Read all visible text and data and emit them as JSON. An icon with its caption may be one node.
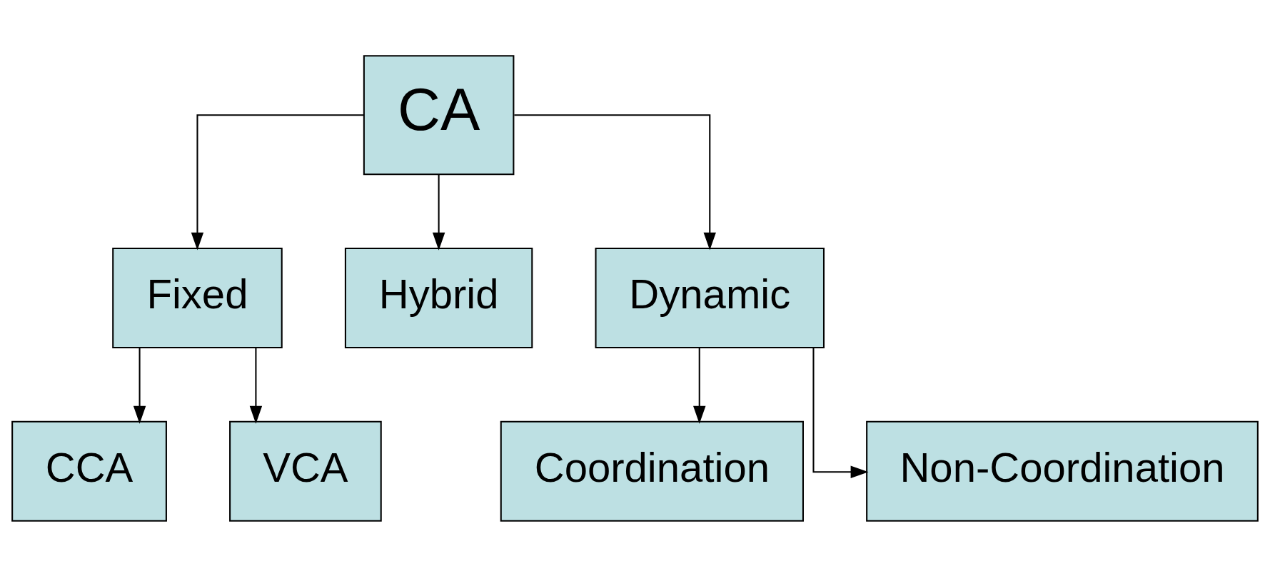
{
  "diagram": {
    "nodes": [
      {
        "text": [
          "CA"
        ]
      },
      {
        "text": [
          "Fixed"
        ]
      },
      {
        "text": [
          "Hybrid"
        ]
      },
      {
        "text": [
          "Dynamic"
        ]
      },
      {
        "text": [
          "CCA"
        ]
      },
      {
        "text": [
          "VCA"
        ]
      },
      {
        "text": [
          "Coordination"
        ]
      },
      {
        "text": [
          "Non-Coordination"
        ]
      }
    ],
    "edges": [
      {
        "from": 0,
        "to": 1,
        "arrow": "to"
      },
      {
        "from": 0,
        "to": 2,
        "arrow": "to"
      },
      {
        "from": 0,
        "to": 3,
        "arrow": "to"
      },
      {
        "from": 1,
        "to": 4,
        "arrow": "to"
      },
      {
        "from": 1,
        "to": 5,
        "arrow": "to"
      },
      {
        "from": 3,
        "to": 6,
        "arrow": "to"
      },
      {
        "from": 3,
        "to": 7,
        "arrow": "to"
      }
    ]
  }
}
